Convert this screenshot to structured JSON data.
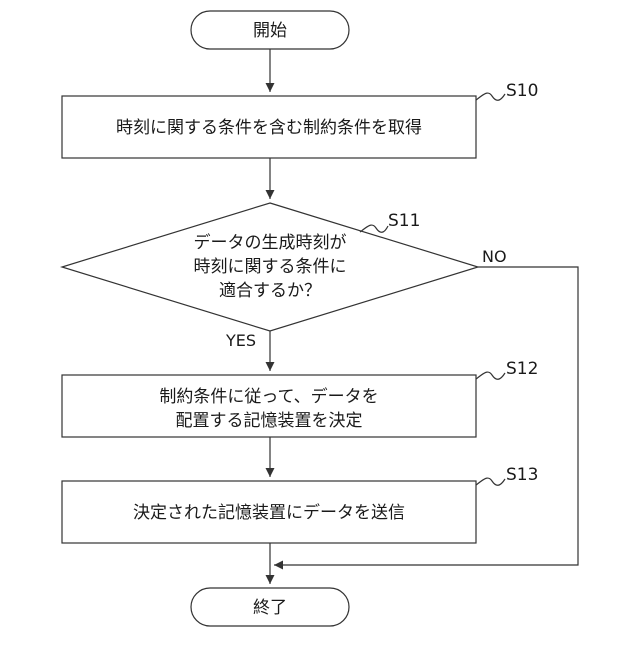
{
  "flowchart": {
    "start": {
      "label": "開始"
    },
    "end": {
      "label": "終了"
    },
    "s10": {
      "step": "S10",
      "text": "時刻に関する条件を含む制約条件を取得"
    },
    "s11": {
      "step": "S11",
      "lines": [
        "データの生成時刻が",
        "時刻に関する条件に",
        "適合するか？"
      ],
      "yes": "YES",
      "no": "NO"
    },
    "s12": {
      "step": "S12",
      "lines": [
        "制約条件に従って、データを",
        "配置する記憶装置を決定"
      ]
    },
    "s13": {
      "step": "S13",
      "text": "決定された記憶装置にデータを送信"
    }
  }
}
